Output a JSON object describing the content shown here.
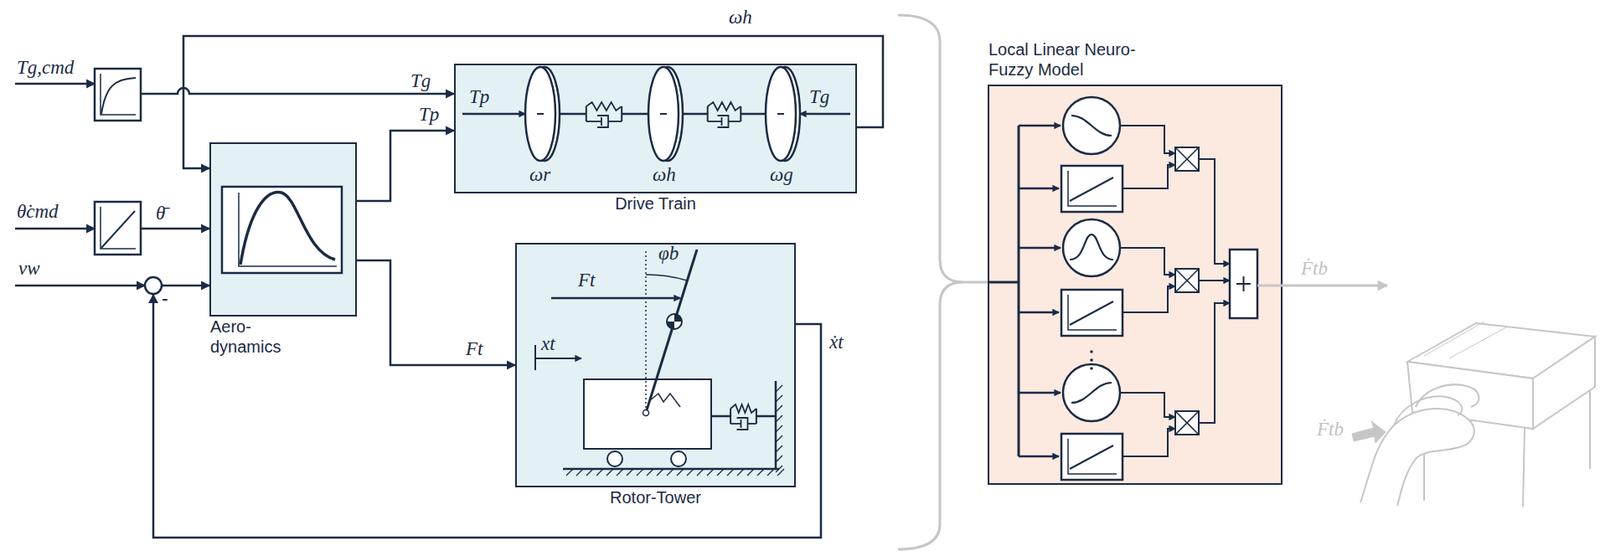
{
  "diagram": {
    "nodes": [
      {
        "text": [
          "Aero- dynamics"
        ]
      },
      {
        "text": [
          "Drive Train"
        ]
      },
      {
        "text": [
          "Rotor-Tower"
        ]
      },
      {
        "text": [
          "Local Linear Neuro-Fuzzy Model"
        ]
      }
    ],
    "edges": [
      {
        "from": 0,
        "to": 1,
        "label": "Tp",
        "arrow": "to"
      },
      {
        "from": 0,
        "to": 2,
        "label": "Ft",
        "arrow": "to"
      },
      {
        "from": 1,
        "to": 0,
        "label": "ωh",
        "arrow": "to"
      },
      {
        "from": 2,
        "to": 0,
        "label": "ẋt",
        "arrow": "to"
      }
    ],
    "labels": [
      "Tg,cmd",
      "Tg",
      "θ̇cmd",
      "θ̄",
      "vw",
      "-",
      "Tp",
      "Tg",
      "ωr",
      "ωh",
      "ωg",
      "Ft",
      "φb",
      "xt",
      "Ḟtb",
      "Ḟtb"
    ]
  }
}
